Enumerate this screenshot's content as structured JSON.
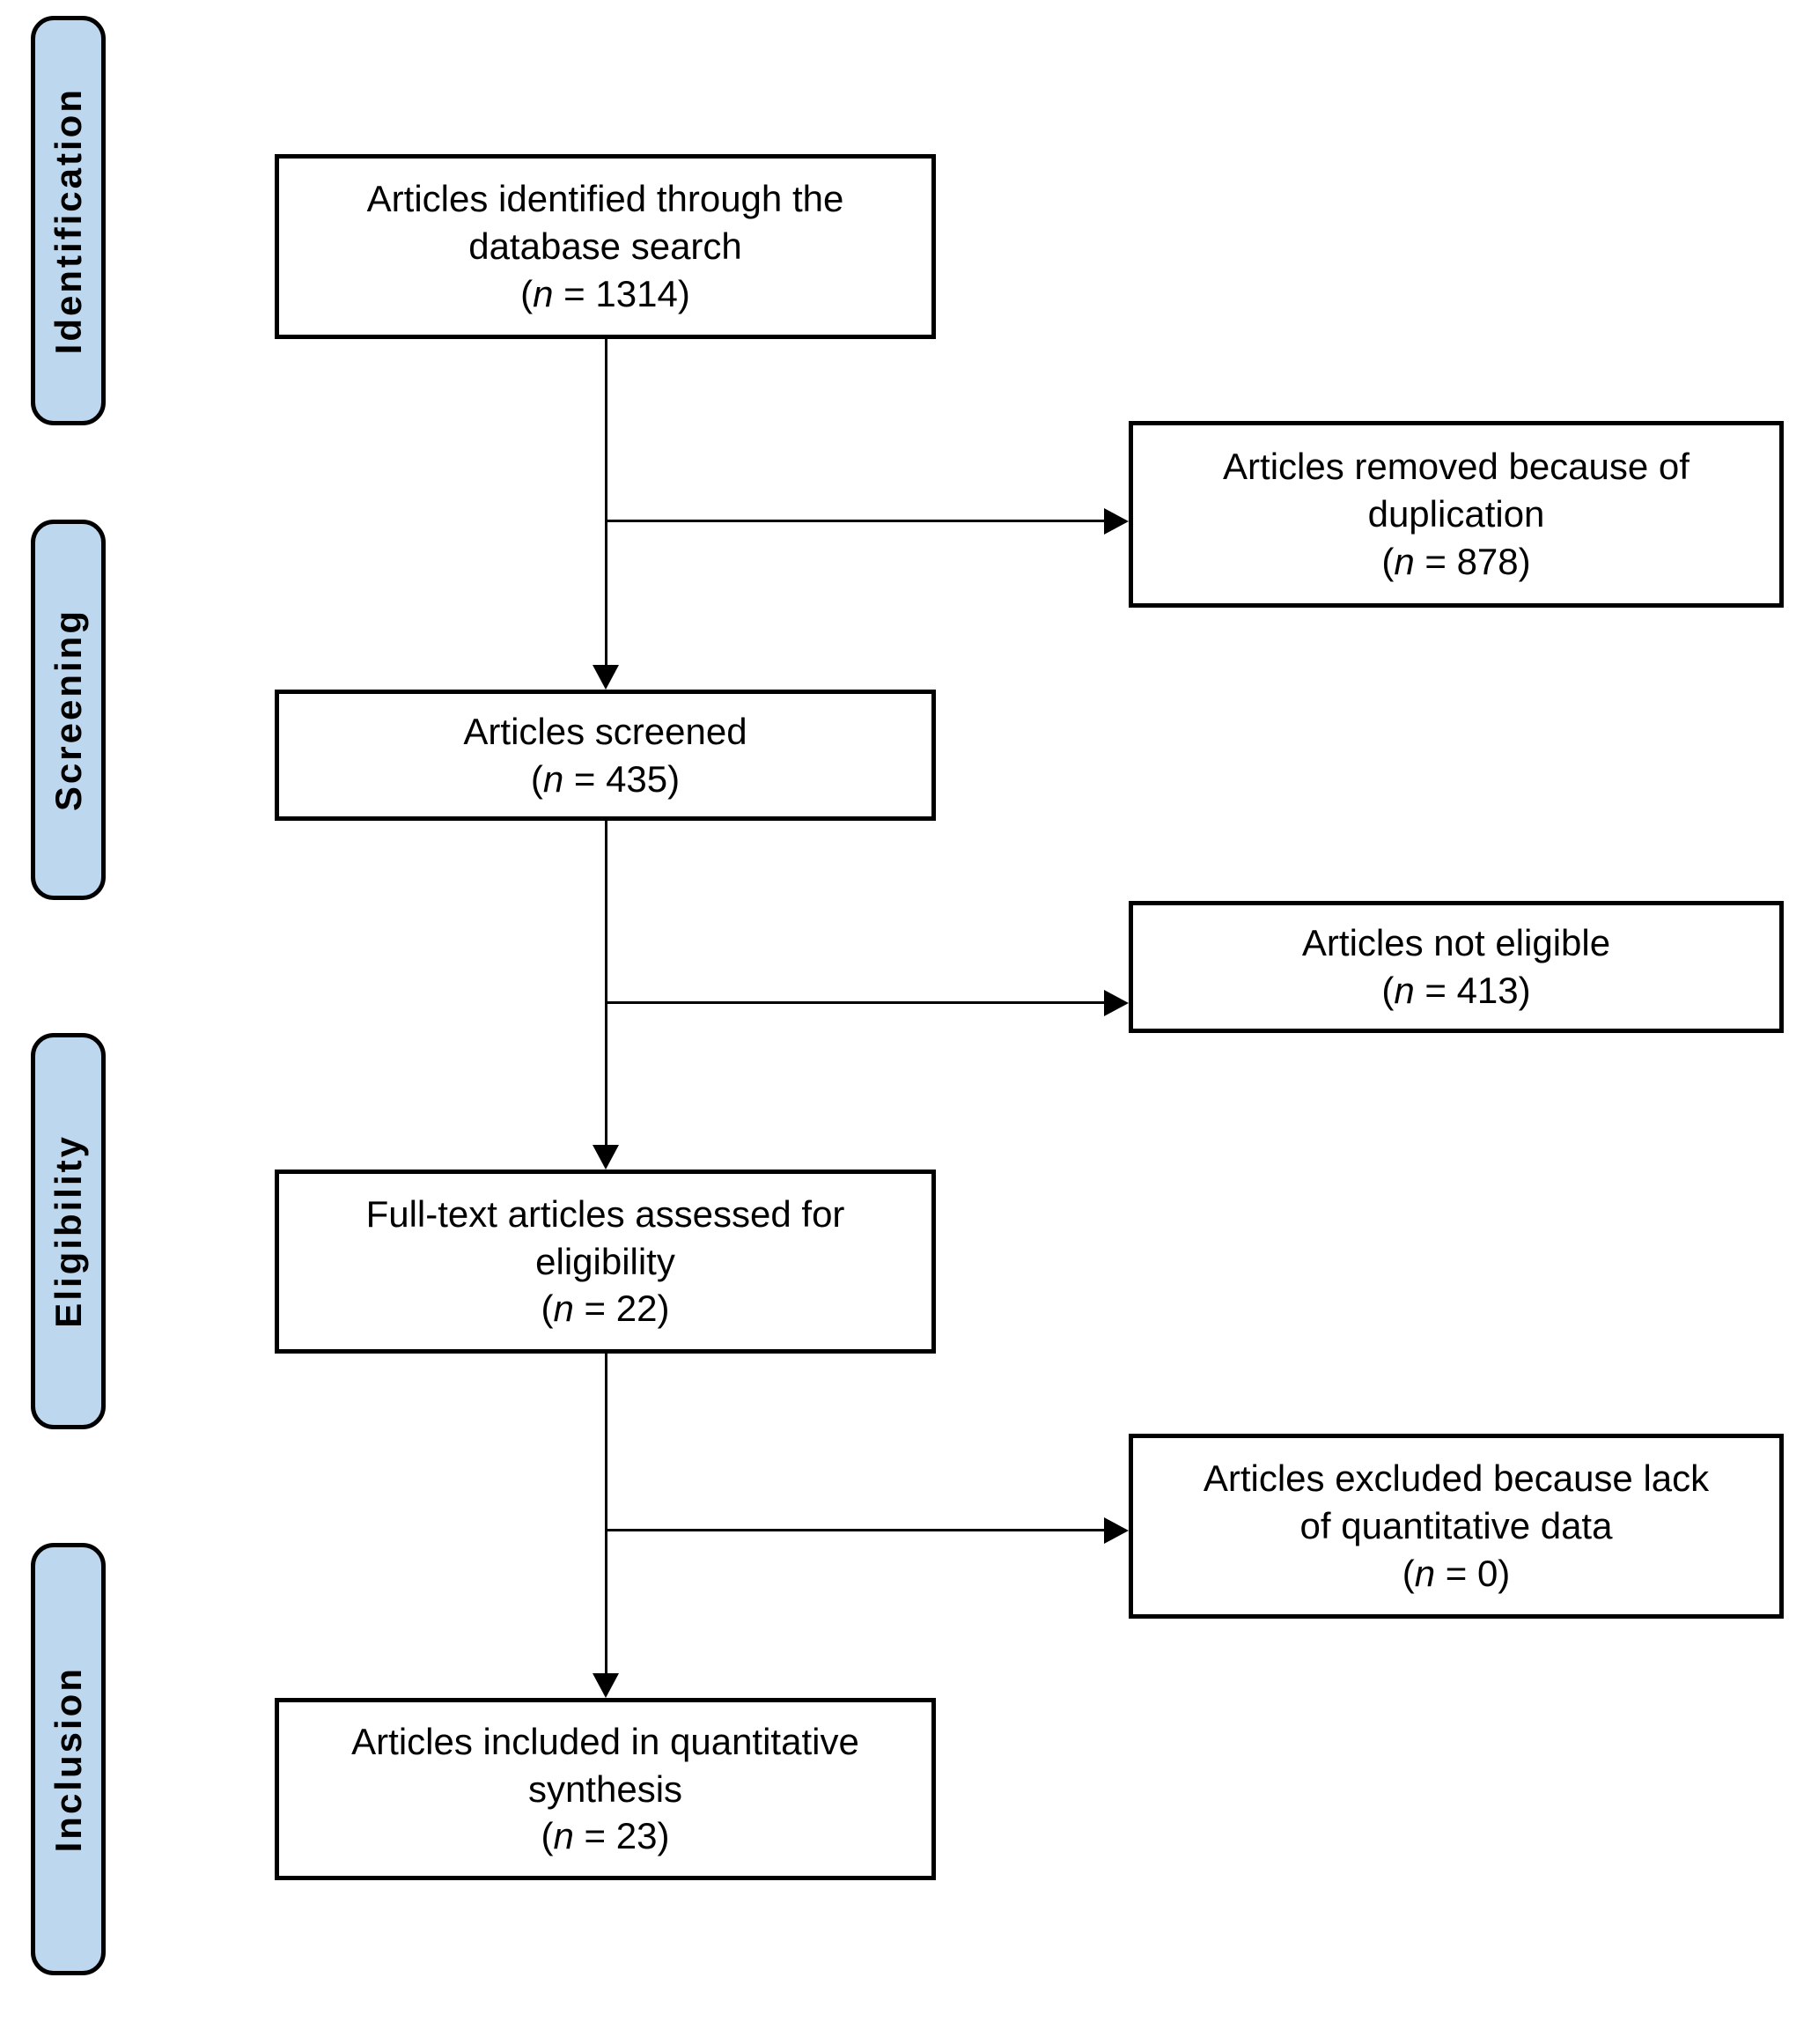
{
  "diagram": {
    "type": "prisma-flow-diagram",
    "colors": {
      "background": "#FFFFFF",
      "stage_fill": "#BDD7EE",
      "stage_border": "#000000",
      "box_fill": "#FFFFFF",
      "box_border": "#000000",
      "text": "#000000",
      "connector": "#000000"
    },
    "stages": [
      {
        "label": "Identification"
      },
      {
        "label": "Screening"
      },
      {
        "label": "Eligibility"
      },
      {
        "label": "Inclusion"
      }
    ],
    "n_format": {
      "open": "(",
      "var": "n",
      "eq": " = ",
      "close": ")"
    },
    "boxes": [
      {
        "id": "identified",
        "lines": [
          "Articles identified through the",
          "database search"
        ],
        "n": "1314"
      },
      {
        "id": "removed-duplication",
        "lines": [
          "Articles removed because of",
          "duplication"
        ],
        "n": "878"
      },
      {
        "id": "screened",
        "lines": [
          "Articles screened"
        ],
        "n": "435"
      },
      {
        "id": "not-eligible",
        "lines": [
          "Articles not eligible"
        ],
        "n": "413"
      },
      {
        "id": "fulltext-assessed",
        "lines": [
          "Full-text articles assessed for",
          "eligibility"
        ],
        "n": "22"
      },
      {
        "id": "excluded-quantitative",
        "lines": [
          "Articles excluded because lack",
          "of quantitative data"
        ],
        "n": "0"
      },
      {
        "id": "included-synthesis",
        "lines": [
          "Articles included in quantitative",
          "synthesis"
        ],
        "n": "23"
      }
    ]
  }
}
